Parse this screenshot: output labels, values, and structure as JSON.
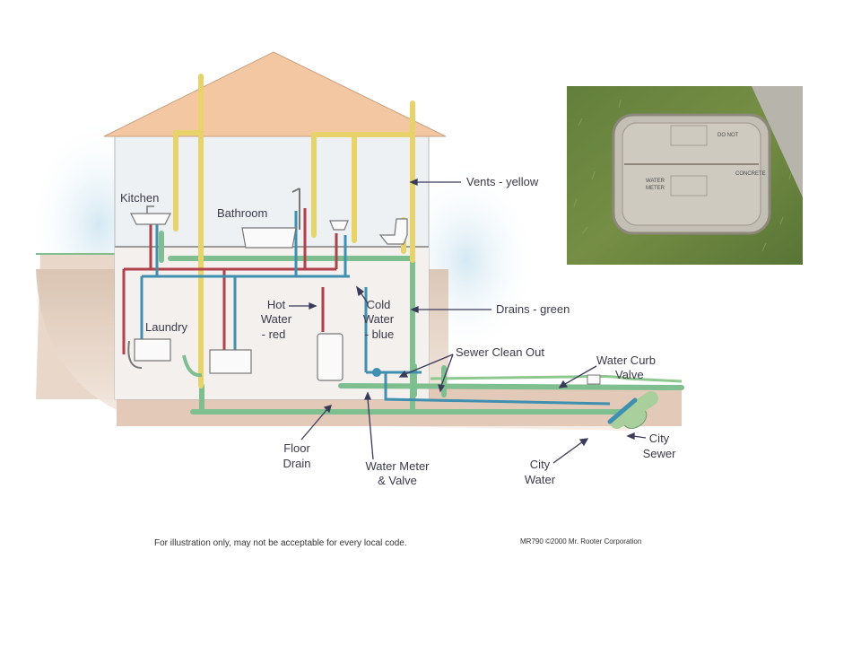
{
  "labels": {
    "kitchen": "Kitchen",
    "bathroom": "Bathroom",
    "laundry": "Laundry",
    "hot_water": [
      "Hot",
      "Water",
      "- red"
    ],
    "cold_water": [
      "Cold",
      "Water",
      "- blue"
    ],
    "vents": "Vents - yellow",
    "drains": "Drains - green",
    "sewer_clean_out": "Sewer Clean Out",
    "water_curb_valve": [
      "Water Curb",
      "Valve"
    ],
    "floor_drain": [
      "Floor",
      "Drain"
    ],
    "water_meter": [
      "Water Meter",
      "& Valve"
    ],
    "city_water": [
      "City",
      "Water"
    ],
    "city_sewer": [
      "City",
      "Sewer"
    ]
  },
  "footer": {
    "disclaimer": "For illustration only, may not be acceptable for every local code.",
    "credit": "MR790 ©2000 Mr. Rooter Corporation"
  },
  "photo": {
    "cover_text": [
      "WATER",
      "METER",
      "CONCRETE",
      "DO NOT"
    ]
  },
  "colors": {
    "vent": "#e8d36a",
    "drain": "#7fbf8f",
    "hot": "#b0404a",
    "cold": "#3f8fb0",
    "roof": "#f2c7a2",
    "soil": "#ead6c6"
  }
}
